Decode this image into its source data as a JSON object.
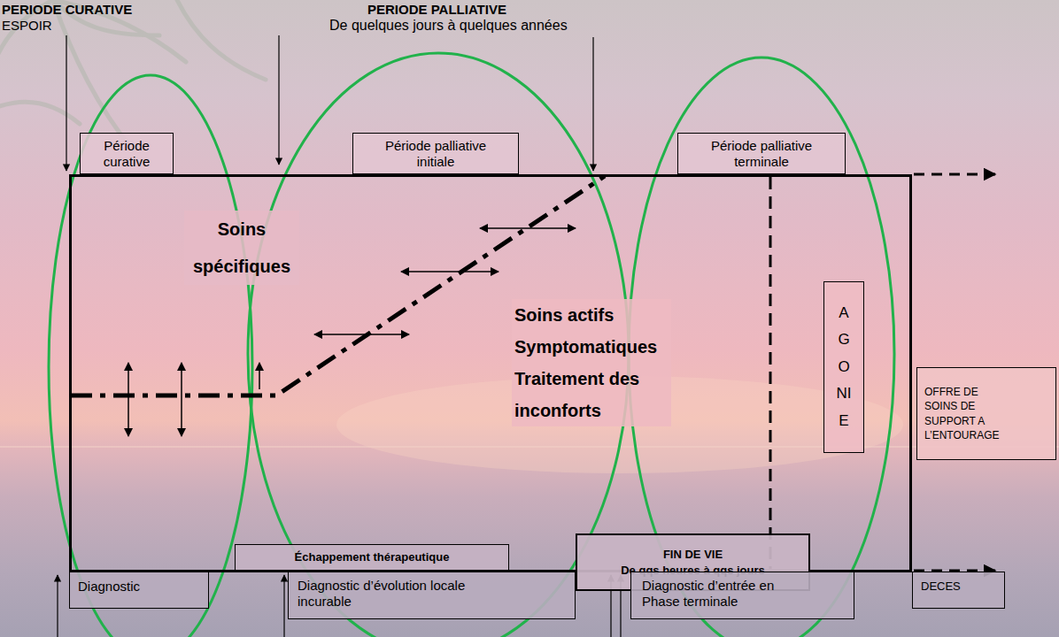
{
  "diagram": {
    "nodes": [
      {
        "text": [
          "Période curative"
        ]
      },
      {
        "text": [
          "Période palliative initiale"
        ]
      },
      {
        "text": [
          "Période palliative terminale"
        ]
      },
      {
        "text": [
          "Soins spécifiques",
          "Soins actifs Symptomatiques Traitement des inconforts"
        ]
      },
      {
        "text": [
          "AGONIE"
        ],
        "in": 3
      },
      {
        "text": [
          "OFFRE DE SOINS DE SUPPORT A L’ENTOURAGE"
        ]
      },
      {
        "text": [
          "Échappement thérapeutique"
        ]
      },
      {
        "text": [
          "FIN DE VIE",
          "De qqs heures à qqs jours"
        ]
      },
      {
        "text": [
          "Diagnostic"
        ]
      },
      {
        "text": [
          "Diagnostic d’évolution locale incurable"
        ]
      },
      {
        "text": [
          "Diagnostic d’entrée en Phase terminale"
        ]
      },
      {
        "text": [
          "DECES"
        ]
      }
    ],
    "labels": [
      "PERIODE CURATIVE",
      "ESPOIR",
      "PERIODE PALLIATIVE",
      "De quelques jours à quelques années"
    ]
  }
}
